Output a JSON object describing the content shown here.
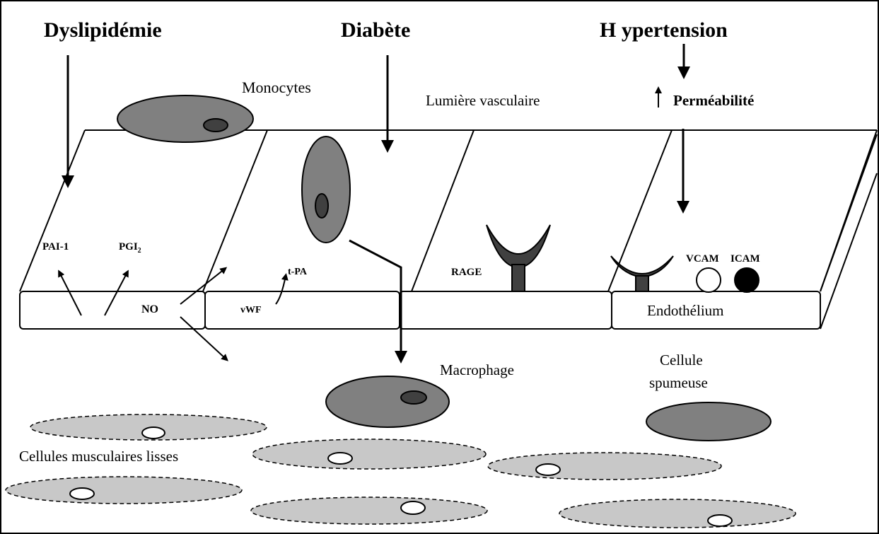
{
  "headings": {
    "dyslipidemie": "Dyslipidémie",
    "diabete": "Diabète",
    "hypertension": "H ypertension"
  },
  "labels": {
    "monocytes": "Monocytes",
    "lumiere": "Lumière vasculaire",
    "permeabilite": "Perméabilité",
    "pai1": "PAI-1",
    "pgi2_main": "PGI",
    "pgi2_sub": "2",
    "no": "NO",
    "tpa": "t-PA",
    "vwf": "vWF",
    "rage": "RAGE",
    "vcam": "VCAM",
    "icam": "ICAM",
    "endothelium": "Endothélium",
    "macrophage": "Macrophage",
    "cellule_line1": "Cellule",
    "cellule_line2": "spumeuse",
    "muscle_cells": "Cellules musculaires lisses"
  },
  "colors": {
    "cell_dark": "#808080",
    "nucleus": "#404040",
    "receptor": "#404040",
    "muscle": "#c8c8c8",
    "stroke": "#000000",
    "background": "#ffffff"
  }
}
